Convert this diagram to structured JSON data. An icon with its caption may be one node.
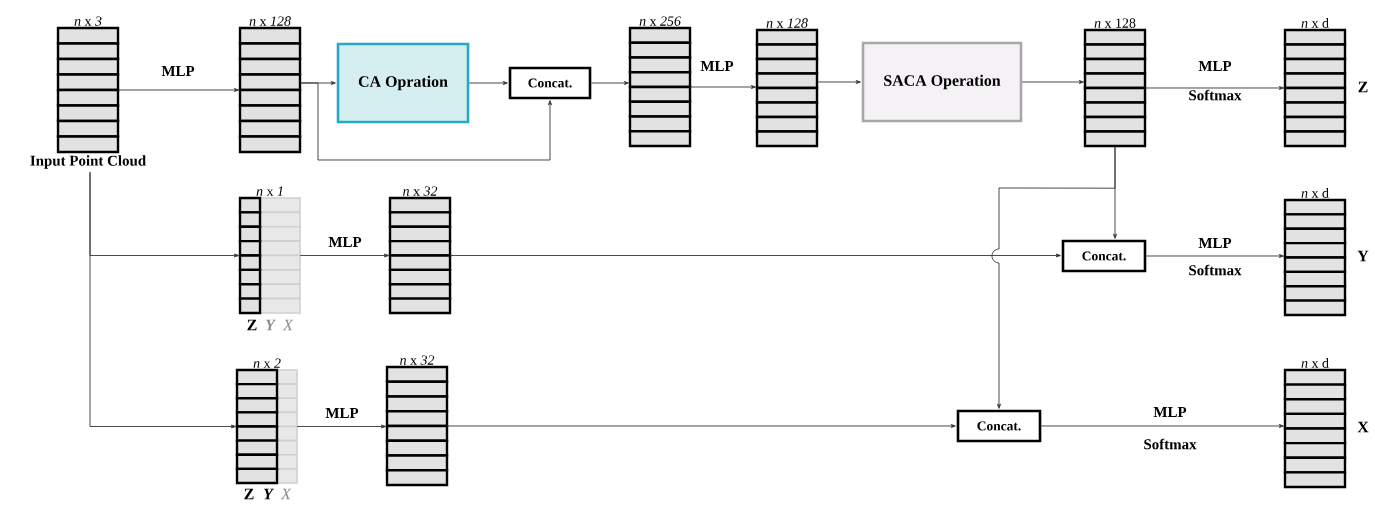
{
  "diagram": {
    "nodes": [
      {
        "text": [
          "*n* x *3*"
        ],
        "beside": [
          "Input Point Cloud"
        ]
      },
      {
        "text": [
          "*n* x *128*"
        ]
      },
      {
        "text": [
          "CA Opration"
        ]
      },
      {
        "text": [
          "Concat."
        ]
      },
      {
        "text": [
          "*n* x *256*"
        ]
      },
      {
        "text": [
          "*n* x *128*"
        ]
      },
      {
        "text": [
          "SACA Operation"
        ]
      },
      {
        "text": [
          "*n* x 128"
        ]
      },
      {
        "text": [
          "*n* x d"
        ],
        "beside": [
          "Z"
        ]
      },
      {
        "text": [
          "*n* x *1*"
        ],
        "beside": [
          "Z",
          "Y",
          "X"
        ]
      },
      {
        "text": [
          "*n* x *32*"
        ]
      },
      {
        "text": [
          "Concat."
        ]
      },
      {
        "text": [
          "*n* x d"
        ],
        "beside": [
          "Y"
        ]
      },
      {
        "text": [
          "*n* x *2*"
        ],
        "beside": [
          "Z",
          "Y",
          "X"
        ]
      },
      {
        "text": [
          "*n* x *32*"
        ]
      },
      {
        "text": [
          "Concat."
        ]
      },
      {
        "text": [
          "*n* x d"
        ],
        "beside": [
          "X"
        ]
      }
    ],
    "edges": [
      {
        "from": 0,
        "to": 1,
        "arrow": "to",
        "label": "MLP"
      },
      {
        "from": 1,
        "to": 2,
        "arrow": "to"
      },
      {
        "from": 1,
        "to": 3,
        "arrow": "to"
      },
      {
        "from": 2,
        "to": 3,
        "arrow": "to"
      },
      {
        "from": 3,
        "to": 4,
        "arrow": "to"
      },
      {
        "from": 4,
        "to": 5,
        "arrow": "to",
        "label": "MLP"
      },
      {
        "from": 5,
        "to": 6,
        "arrow": "to"
      },
      {
        "from": 6,
        "to": 7,
        "arrow": "to"
      },
      {
        "from": 7,
        "to": 8,
        "arrow": "to",
        "label": "MLP"
      },
      {
        "from": 0,
        "to": 9,
        "arrow": "to"
      },
      {
        "from": 0,
        "to": 13,
        "arrow": "to"
      },
      {
        "from": 9,
        "to": 10,
        "arrow": "to",
        "label": "MLP"
      },
      {
        "from": 10,
        "to": 11,
        "arrow": "to"
      },
      {
        "from": 7,
        "to": 11,
        "arrow": "to"
      },
      {
        "from": 7,
        "to": 15,
        "arrow": "to"
      },
      {
        "from": 11,
        "to": 12,
        "arrow": "to",
        "label": "MLP"
      },
      {
        "from": 13,
        "to": 14,
        "arrow": "to",
        "label": "MLP"
      },
      {
        "from": 14,
        "to": 15,
        "arrow": "to"
      },
      {
        "from": 15,
        "to": 16,
        "arrow": "to",
        "label": "MLP"
      }
    ],
    "labels": [
      "Softmax",
      "Softmax",
      "Softmax"
    ]
  }
}
